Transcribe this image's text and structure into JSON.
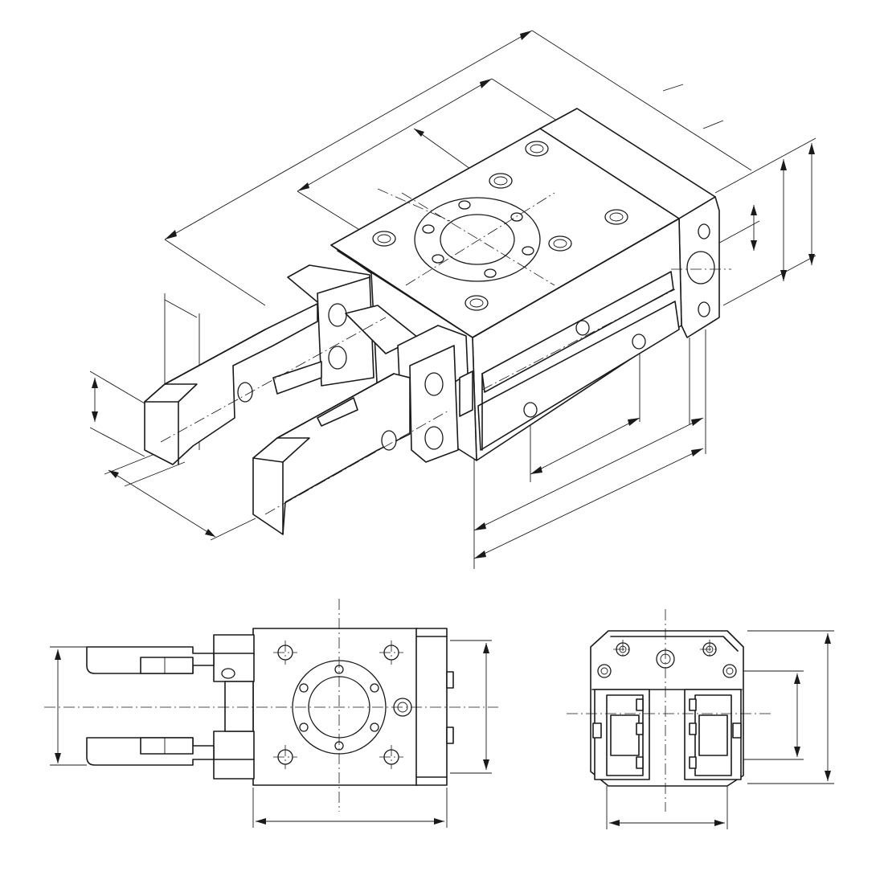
{
  "drawing": {
    "colors": {
      "line": "#1a1a1a",
      "background": "#ffffff"
    },
    "views": [
      "isometric-view",
      "top-view",
      "front-view"
    ]
  }
}
